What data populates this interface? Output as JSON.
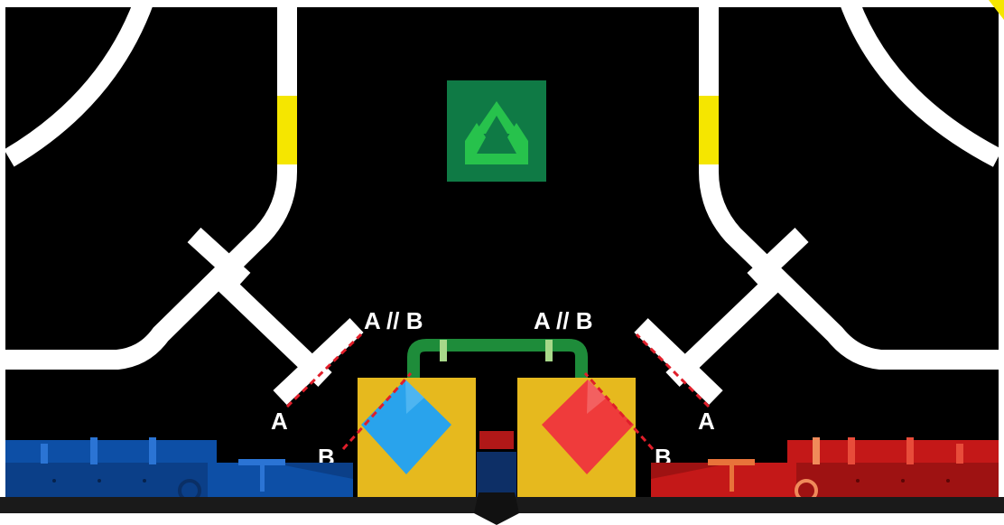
{
  "labels": {
    "left_top": "A // B",
    "right_top": "A // B",
    "left_a": "A",
    "left_b": "B",
    "right_a": "A",
    "right_b": "B"
  },
  "icons": {
    "center": "recycle-icon"
  },
  "colors": {
    "mat": "#000000",
    "line": "#ffffff",
    "marker": "#f5e600",
    "recycle_bg": "#0f7a45",
    "recycle_fg": "#27c24c",
    "bridge": "#1e8c3a",
    "platform": "#e6b91e",
    "blue_cube": "#29a3ec",
    "red_cube": "#ef3b3b",
    "blue_side": "#0d4fa6",
    "red_side": "#c41818",
    "dashed_guide": "#e01e2a"
  }
}
